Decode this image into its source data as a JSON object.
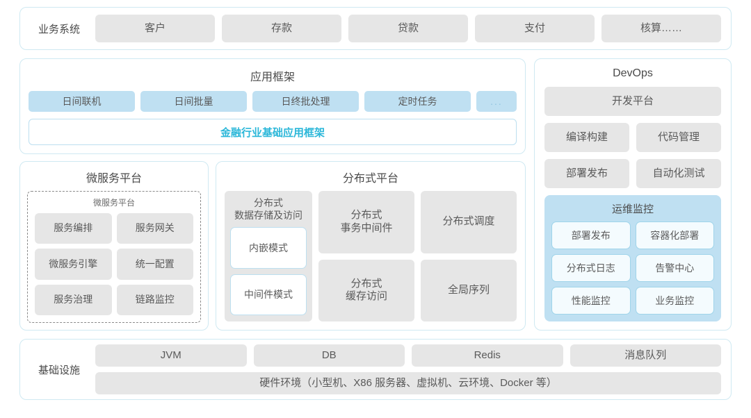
{
  "business_systems": {
    "label": "业务系统",
    "items": [
      "客户",
      "存款",
      "贷款",
      "支付",
      "核算……"
    ]
  },
  "application_framework": {
    "title": "应用框架",
    "tags": [
      "日间联机",
      "日间批量",
      "日终批处理",
      "定时任务",
      "..."
    ],
    "foundation_bar": "金融行业基础应用框架",
    "foundation_color": "#2bb7d9"
  },
  "microservice_platform": {
    "title": "微服务平台",
    "inner_title": "微服务平台",
    "items": [
      "服务编排",
      "服务网关",
      "微服务引擎",
      "统一配置",
      "服务治理",
      "链路监控"
    ]
  },
  "distributed_platform": {
    "title": "分布式平台",
    "storage": {
      "title": "分布式\n数据存储及访问",
      "modes": [
        "内嵌模式",
        "中间件模式"
      ]
    },
    "items": [
      "分布式\n事务中间件",
      "分布式调度",
      "分布式\n缓存访问",
      "全局序列"
    ]
  },
  "devops": {
    "title": "DevOps",
    "platform": "开发平台",
    "items": [
      "编译构建",
      "代码管理",
      "部署发布",
      "自动化测试"
    ],
    "ops_monitor": {
      "title": "运维监控",
      "items": [
        "部署发布",
        "容器化部署",
        "分布式日志",
        "告警中心",
        "性能监控",
        "业务监控"
      ]
    }
  },
  "infrastructure": {
    "label": "基础设施",
    "items": [
      "JVM",
      "DB",
      "Redis",
      "消息队列"
    ],
    "hardware": "硬件环境（小型机、X86 服务器、虚拟机、云环境、Docker 等）"
  },
  "colors": {
    "panel_border": "#cfe9f2",
    "tile_gray": "#e6e6e6",
    "tag_blue": "#bfe0f2",
    "accent_cyan": "#2bb7d9"
  }
}
